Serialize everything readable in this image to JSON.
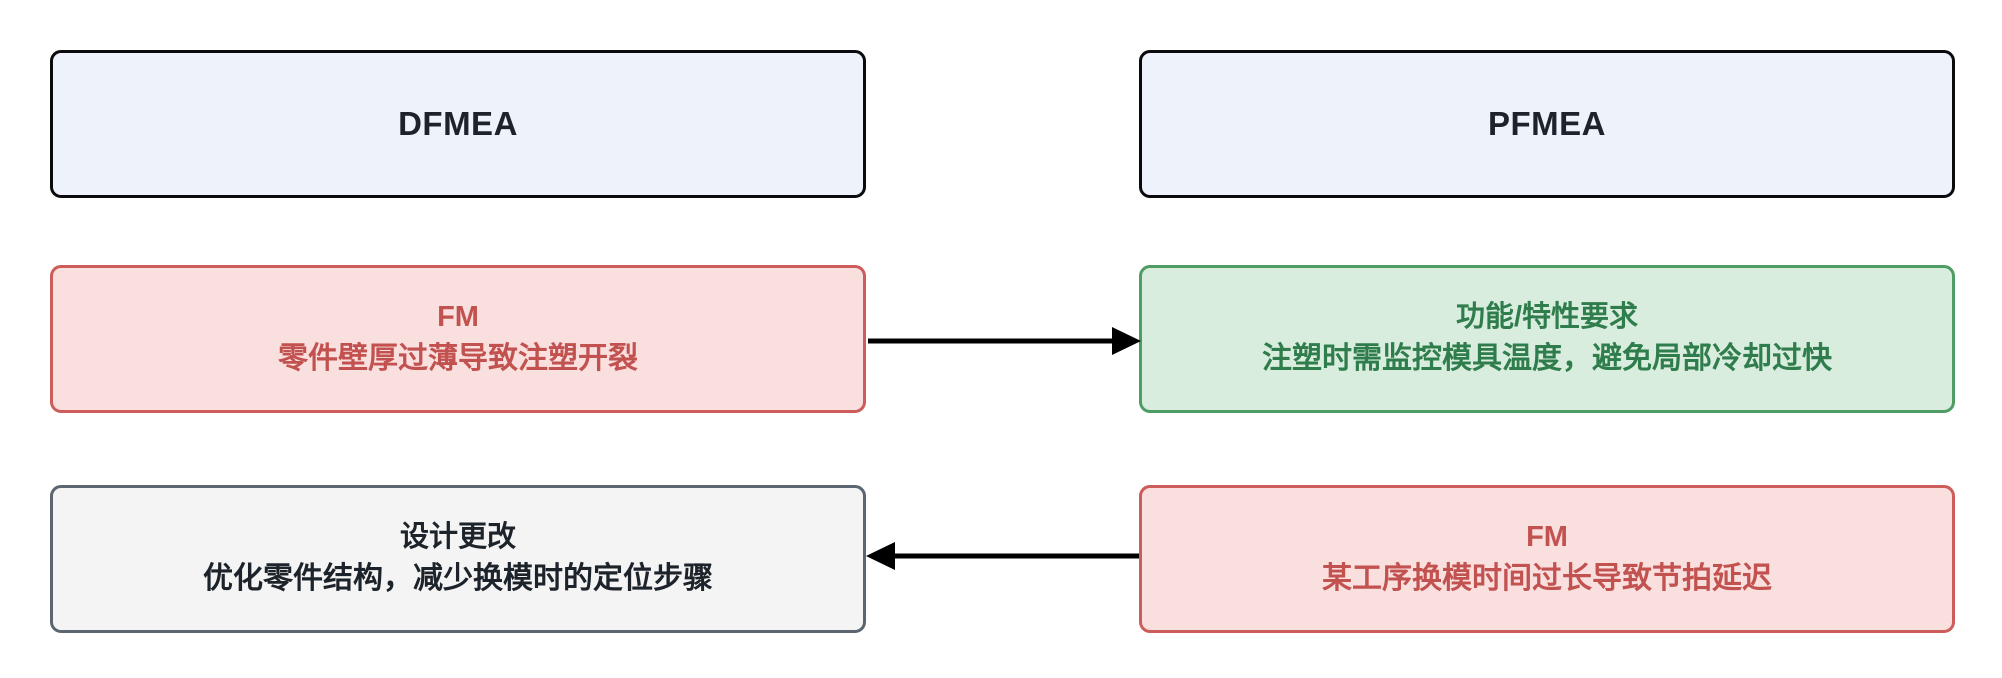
{
  "diagram": {
    "type": "flow-diagram",
    "background": "#ffffff",
    "columns": [
      {
        "id": "dfmea",
        "label": "DFMEA"
      },
      {
        "id": "pfmea",
        "label": "PFMEA"
      }
    ],
    "palette": {
      "header_fill": "#eef2fb",
      "header_border": "#0b0b0d",
      "header_text": "#1d232b",
      "failure_fill": "#fadfdf",
      "failure_border": "#cc5d5b",
      "failure_text": "#c2524f",
      "requirement_fill": "#d9edde",
      "requirement_border": "#4f9d64",
      "requirement_text": "#2f7d4c",
      "change_fill": "#f4f4f4",
      "change_border": "#5c6670",
      "change_text": "#1d232b",
      "arrow": "#000000"
    }
  },
  "nodes": {
    "dfmea_header": {
      "label": "DFMEA"
    },
    "pfmea_header": {
      "label": "PFMEA"
    },
    "design_failure_mode": {
      "title": "FM",
      "detail": "零件壁厚过薄导致注塑开裂"
    },
    "process_requirement": {
      "title": "功能/特性要求",
      "detail": "注塑时需监控模具温度，避免局部冷却过快"
    },
    "design_change": {
      "title": "设计更改",
      "detail": "优化零件结构，减少换模时的定位步骤"
    },
    "process_failure_mode": {
      "title": "FM",
      "detail": "某工序换模时间过长导致节拍延迟"
    }
  },
  "edges": [
    {
      "id": "fm-to-requirement",
      "from": "design_failure_mode",
      "to": "process_requirement",
      "direction": "right",
      "label": ""
    },
    {
      "id": "fm-to-design-change",
      "from": "process_failure_mode",
      "to": "design_change",
      "direction": "left",
      "label": ""
    }
  ]
}
